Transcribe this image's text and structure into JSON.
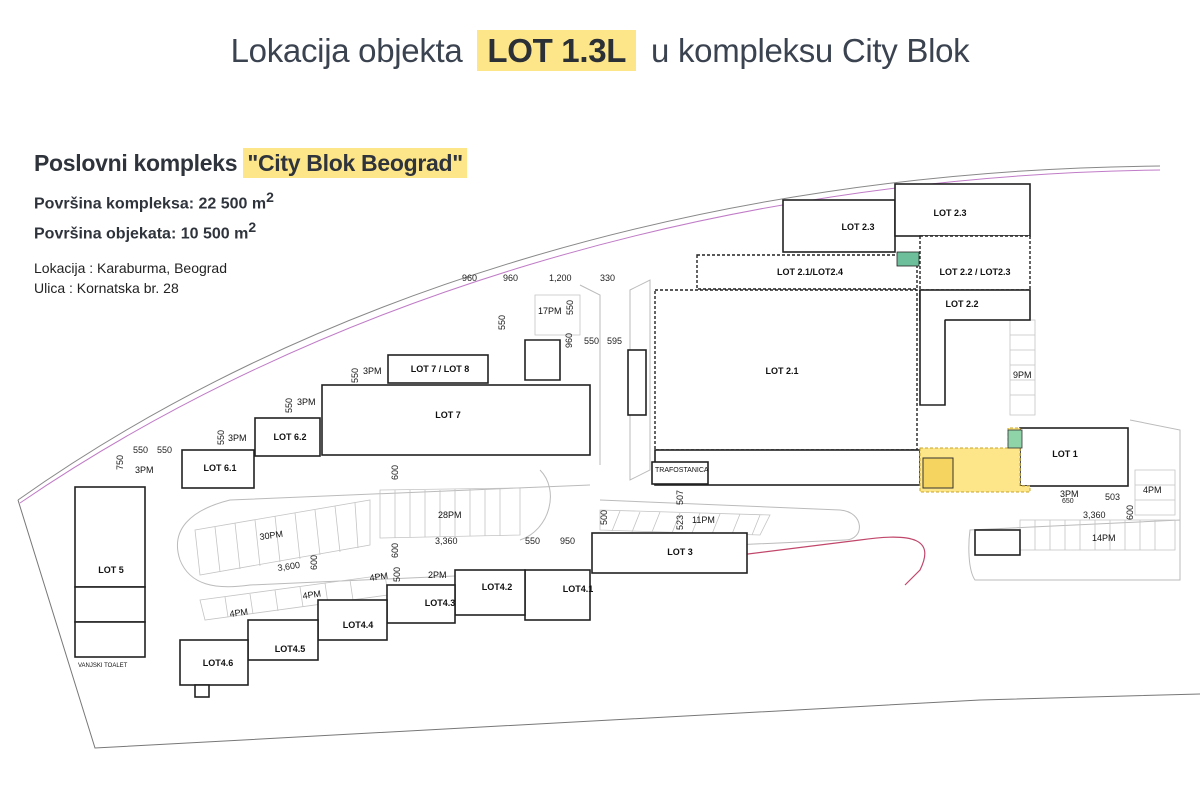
{
  "title": {
    "prefix": "Lokacija objekta",
    "highlight": "LOT 1.3L",
    "suffix": "u kompleksu City Blok"
  },
  "info": {
    "heading_prefix": "Poslovni kompleks",
    "heading_highlight": "\"City Blok Beograd\"",
    "area_complex_label": "Površina kompleksa: 22 500",
    "area_objects_label": "Površina objekata: 10 500",
    "unit": "m",
    "unit_exp": "2",
    "location": "Lokacija : Karaburma, Beograd",
    "street": "Ulica : Kornatska br. 28"
  },
  "plan": {
    "lots": {
      "lot_2_3": "LOT 2.3",
      "lot_2_3b": "LOT 2.3",
      "lot_2_1_2_4": "LOT 2.1/LOT2.4",
      "lot_2_2_2_3": "LOT 2.2 / LOT2.3",
      "lot_2_2": "LOT 2.2",
      "lot_2_1": "LOT 2.1",
      "lot_1": "LOT 1",
      "lot_7_8": "LOT 7 / LOT 8",
      "lot_7": "LOT 7",
      "lot_6_2": "LOT 6.2",
      "lot_6_1": "LOT 6.1",
      "lot_5": "LOT 5",
      "lot_3": "LOT 3",
      "lot_4_1": "LOT4.1",
      "lot_4_2": "LOT4.2",
      "lot_4_3": "LOT4.3",
      "lot_4_4": "LOT4.4",
      "lot_4_5": "LOT4.5",
      "lot_4_6": "LOT4.6",
      "trafostanica": "TRAFOSTANICA",
      "vanjski_toalet": "VANJSKI TOALET"
    },
    "parking": {
      "p17": "17PM",
      "p3a": "3PM",
      "p3b": "3PM",
      "p3c": "3PM",
      "p3d": "3PM",
      "p3e": "3PM",
      "p9": "9PM",
      "p28": "28PM",
      "p11": "11PM",
      "p30": "30PM",
      "p4a": "4PM",
      "p4b": "4PM",
      "p4c": "4PM",
      "p4d": "4PM",
      "p2": "2PM",
      "p14": "14PM"
    },
    "dims": {
      "d960a": "960",
      "d960b": "960",
      "d1200": "1,200",
      "d330": "330",
      "d550a": "550",
      "d550b": "550",
      "d550c": "550",
      "d550d": "550",
      "d550e": "550",
      "d550f": "550",
      "d550g": "550",
      "d550h": "550",
      "d550i": "550",
      "d595": "595",
      "d960c": "960",
      "d750": "750",
      "d600a": "600",
      "d600b": "600",
      "d600c": "600",
      "d600d": "600",
      "d3360a": "3,360",
      "d3360b": "3,360",
      "d950": "950",
      "d3600": "3,600",
      "d500a": "500",
      "d500b": "500",
      "d507": "507",
      "d523": "523",
      "d503": "503",
      "d650": "650"
    }
  }
}
